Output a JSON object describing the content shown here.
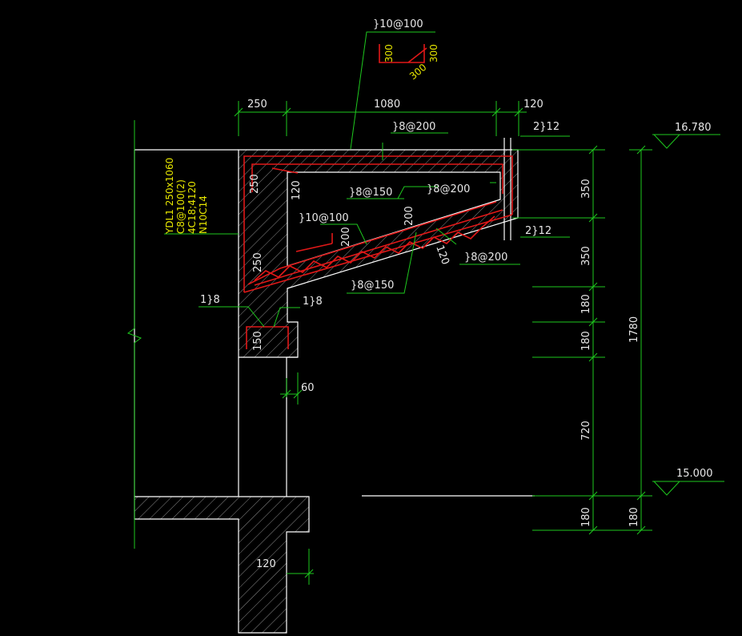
{
  "colors": {
    "background": "#000000",
    "outline": "#ffffff",
    "dimension": "#1ec81e",
    "annotation_text": "#e8e8e8",
    "label_text": "#e6e600",
    "rebar": "#e01818",
    "hatch": "#9a9a9a"
  },
  "dims_top": {
    "d1": "250",
    "d2": "1080",
    "d3": "120"
  },
  "dims_right": {
    "d1": "350",
    "d2": "350",
    "d3": "180",
    "d4": "180",
    "d5": "720",
    "d6": "180",
    "total": "1780",
    "bottom": "180"
  },
  "elevations": {
    "top": "16.780",
    "bottom": "15.000"
  },
  "rebar_callouts": {
    "top_bar": "}10@100",
    "top_dist": "}8@200",
    "right_bar_top": "2}12",
    "right_bar_bottom": "2}12",
    "inner_stirrup": "}8@150",
    "slope_dist": "}8@200",
    "lower_bar": "}10@100",
    "lower_stirrup": "}8@150",
    "right_slope": "}8@200",
    "hook_left": "1}8",
    "hook_right": "1}8"
  },
  "detail_labels": {
    "a": "300",
    "b": "300",
    "c": "300"
  },
  "beam_note": [
    "YDL1 250x1060",
    "C8@100(2)",
    "4C18;4120",
    "N10C14"
  ],
  "section_dims": {
    "t250_top": "250",
    "t120": "120",
    "t250_mid": "250",
    "t200_a": "200",
    "t200_b": "200",
    "t150": "150",
    "t120_slope": "120",
    "t60": "60",
    "t120_bottom": "120"
  }
}
